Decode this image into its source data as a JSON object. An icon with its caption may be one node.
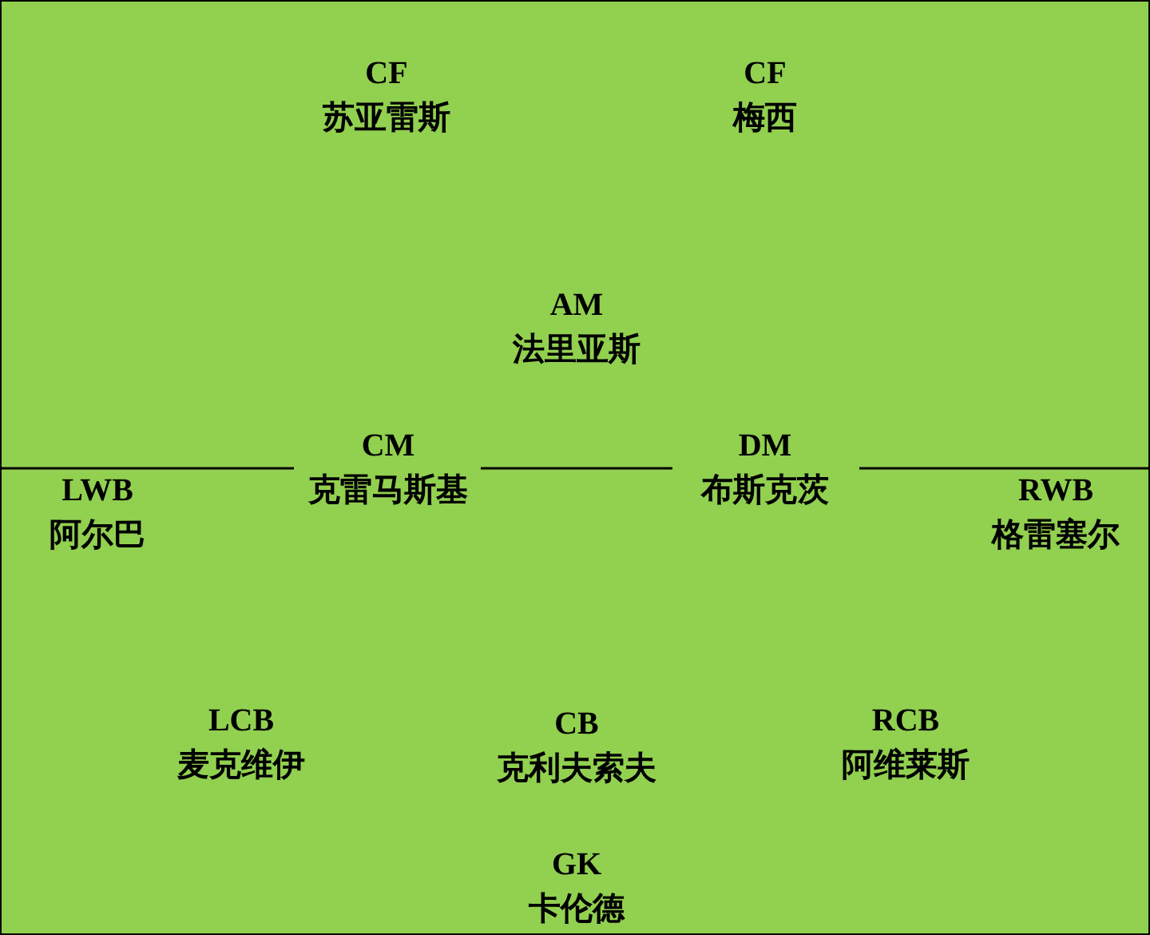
{
  "diagram": {
    "labels": [
      "CF",
      "苏亚雷斯",
      "CF",
      "梅西",
      "AM",
      "法里亚斯",
      "CM",
      "克雷马斯基",
      "DM",
      "布斯克茨",
      "LWB",
      "阿尔巴",
      "RWB",
      "格雷塞尔",
      "LCB",
      "麦克维伊",
      "CB",
      "克利夫索夫",
      "RCB",
      "阿维莱斯",
      "GK",
      "卡伦德"
    ]
  }
}
